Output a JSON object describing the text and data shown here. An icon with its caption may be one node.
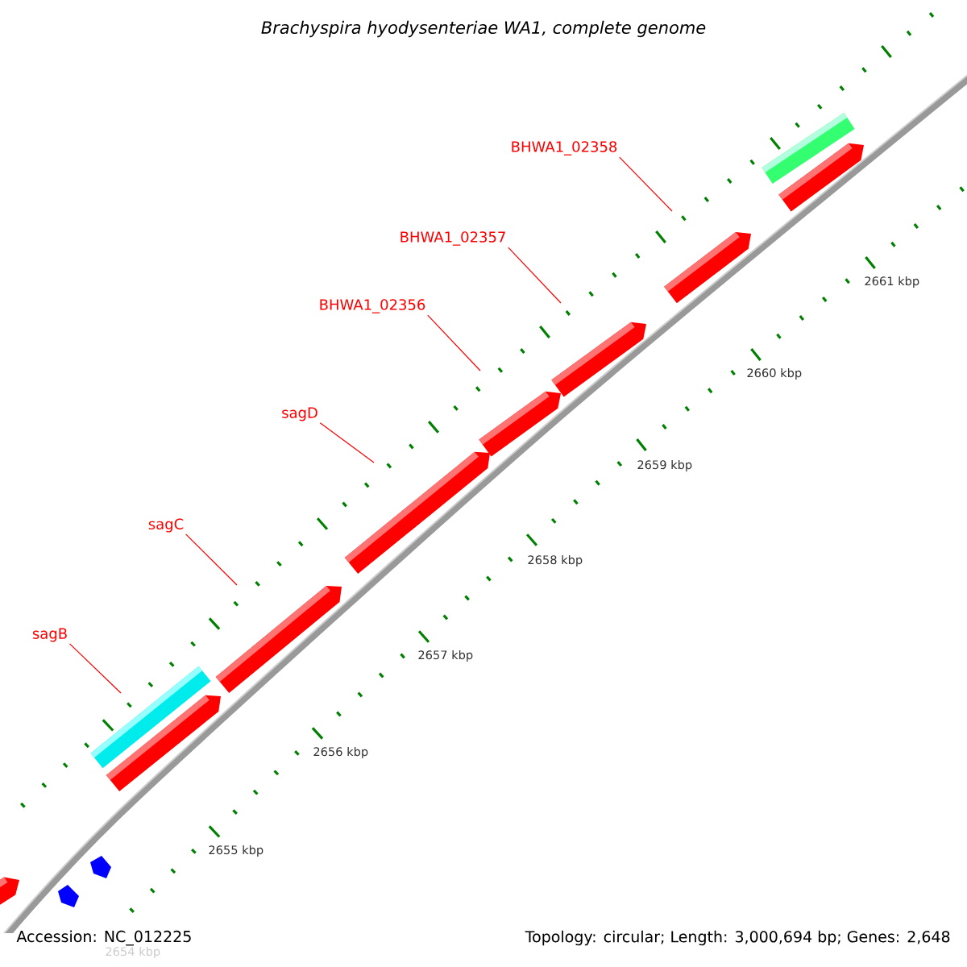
{
  "diagram": {
    "title": "Brachyspira hyodysenteriae WA1, complete genome",
    "nodes": [
      {
        "text": [
          "sagB"
        ]
      },
      {
        "text": [
          "sagC"
        ]
      },
      {
        "text": [
          "sagD"
        ]
      },
      {
        "text": [
          "BHWA1_02356"
        ]
      },
      {
        "text": [
          "BHWA1_02357"
        ]
      },
      {
        "text": [
          "BHWA1_02358"
        ]
      }
    ],
    "edges": [
      {
        "from": 0,
        "to": null,
        "arrow": "none"
      },
      {
        "from": 1,
        "to": null,
        "arrow": "none"
      },
      {
        "from": 2,
        "to": null,
        "arrow": "none"
      },
      {
        "from": 3,
        "to": null,
        "arrow": "none"
      },
      {
        "from": 4,
        "to": null,
        "arrow": "none"
      },
      {
        "from": 5,
        "to": null,
        "arrow": "none"
      }
    ],
    "labels": [
      "2661 kbp",
      "2660 kbp",
      "2659 kbp",
      "2658 kbp",
      "2657 kbp",
      "2656 kbp",
      "2655 kbp",
      "Accession: NC_012225",
      "Topology: circular; Length: 3,000,694 bp; Genes: 2,648",
      "2654 kbp"
    ]
  }
}
